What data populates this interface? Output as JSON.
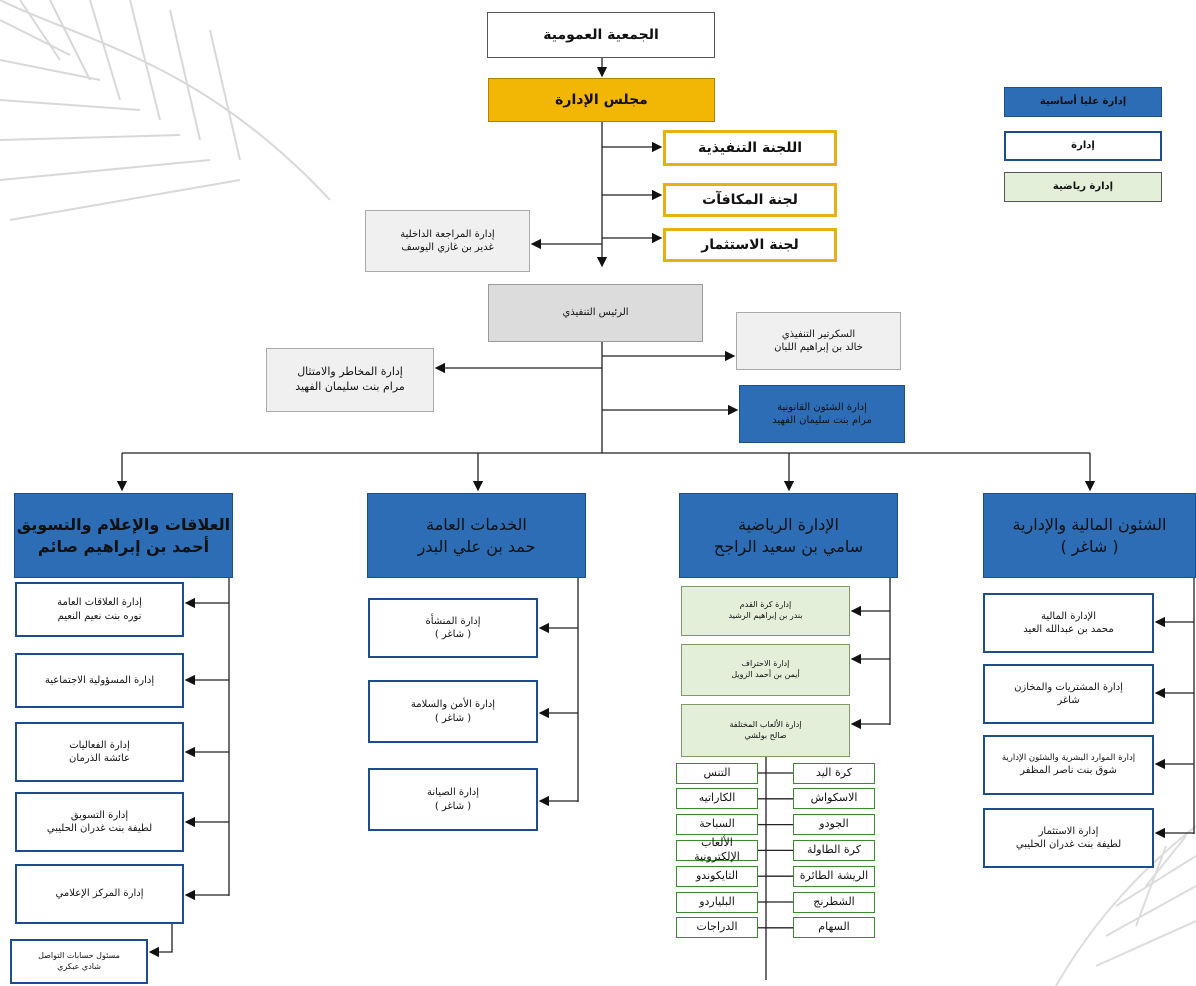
{
  "legend": {
    "main": "إدارة عليا أساسية",
    "admin": "إدارة",
    "sports": "إدارة رياضية",
    "colors": {
      "main": "#2d6db5",
      "admin": "#ffffff",
      "sports": "#e3efd9"
    }
  },
  "top": {
    "assembly": "الجمعية العمومية",
    "board": "مجلس الإدارة",
    "executive_committee": "اللجنة التنفيذية",
    "rewards_committee": "لجنة المكافآت",
    "investment_committee": "لجنة الاستثمار",
    "internal_audit": {
      "title": "إدارة المراجعة الداخلية",
      "person": "غدير بن غازي اليوسف"
    }
  },
  "ceo": {
    "title": "الرئيس التنفيذي",
    "risk": {
      "title": "إدارة المخاطر والامتثال",
      "person": "مرام بنت سليمان الفهيد"
    },
    "secretary": {
      "title": "السكرتير التنفيذي",
      "person": "خالد بن إبراهيم اللبان"
    },
    "legal": {
      "title": "إدارة الشئون القانونية",
      "person": "مرام بنت سليمان الفهيد"
    }
  },
  "departments": {
    "relations": {
      "title": "العلاقات والإعلام والتسويق",
      "head": "أحمد بن إبراهيم صائم",
      "units": [
        {
          "title": "إدارة العلاقات العامة",
          "person": "نوره بنت نعيم النعيم"
        },
        {
          "title": "إدارة المسؤولية الاجتماعية",
          "person": ""
        },
        {
          "title": "إدارة الفعاليات",
          "person": "عائشة الذرمان"
        },
        {
          "title": "إدارة التسويق",
          "person": "لطيفة بنت غدران الحليبي"
        },
        {
          "title": "إدارة المركز الإعلامي",
          "person": ""
        }
      ],
      "social": {
        "title": "مسئول حسابات التواصل",
        "person": "شادي عبكري"
      }
    },
    "services": {
      "title": "الخدمات العامة",
      "head": "حمد بن علي البدر",
      "units": [
        {
          "title": "إدارة المنشأة",
          "person": "( شاغر )"
        },
        {
          "title": "إدارة الأمن والسلامة",
          "person": "( شاغر )"
        },
        {
          "title": "إدارة الصيانة",
          "person": "( شاغر )"
        }
      ]
    },
    "sports": {
      "title": "الإدارة الرياضية",
      "head": "سامي بن سعيد الراجح",
      "units": [
        {
          "title": "إدارة كرة القدم",
          "person": "بندر بن إبراهيم الرشيد"
        },
        {
          "title": "إدارة الاحتراف",
          "person": "أيمن بن أحمد الزويل"
        },
        {
          "title": "إدارة الألعاب المختلفة",
          "person": "صالح بولشي"
        }
      ],
      "games_right": [
        "كرة اليد",
        "الاسكواش",
        "الجودو",
        "كرة الطاولة",
        "الريشة الطائرة",
        "الشطرنج",
        "السهام"
      ],
      "games_left": [
        "التنس",
        "الكاراتيه",
        "السباحة",
        "الألعاب الإلكترونية",
        "التايكوندو",
        "البلياردو",
        "الدراجات"
      ]
    },
    "finance": {
      "title": "الشئون المالية والإدارية",
      "head": "( شاغر )",
      "units": [
        {
          "title": "الإدارة المالية",
          "person": "محمد بن عبدالله العيد"
        },
        {
          "title": "إدارة المشتريات والمخازن",
          "person": "شاغر"
        },
        {
          "title": "إدارة الموارد البشرية والشئون الإدارية",
          "person": "شوق بنت ناصر المظفر"
        },
        {
          "title": "إدارة الاستثمار",
          "person": "لطيفة بنت غدران الحليبي"
        }
      ]
    }
  }
}
